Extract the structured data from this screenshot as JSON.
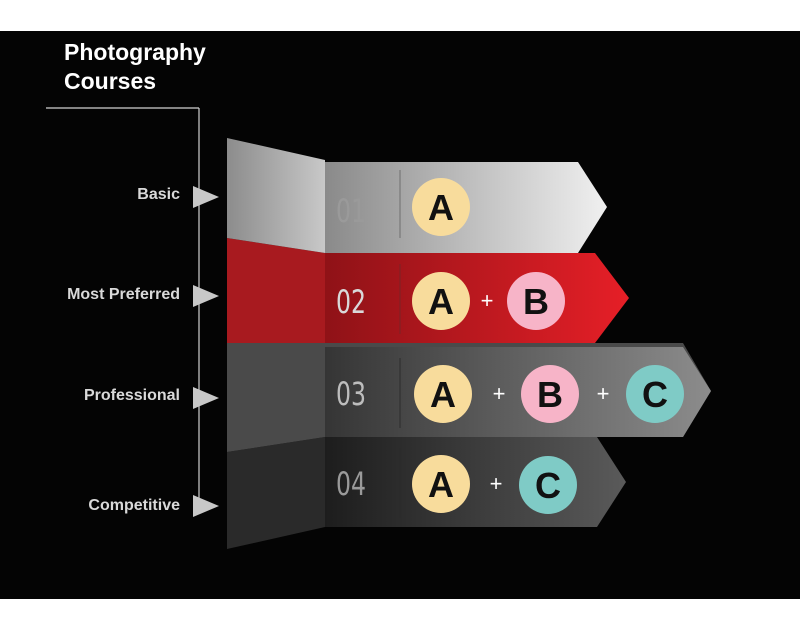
{
  "title": {
    "line1": "Photography",
    "line2": "Courses"
  },
  "tiers": [
    {
      "label": "Basic",
      "number": "01",
      "items": [
        "A"
      ]
    },
    {
      "label": "Most Preferred",
      "number": "02",
      "items": [
        "A",
        "B"
      ]
    },
    {
      "label": "Professional",
      "number": "03",
      "items": [
        "A",
        "B",
        "C"
      ]
    },
    {
      "label": "Competitive",
      "number": "04",
      "items": [
        "A",
        "C"
      ]
    }
  ],
  "plus_sign": "+",
  "colors": {
    "background": "#040404",
    "accent_red": "#d91c24",
    "badge_A": "#f8dc9c",
    "badge_B": "#f7b4c8",
    "badge_C": "#7fcbc6",
    "arrow_grey": "#c8c8c8"
  }
}
